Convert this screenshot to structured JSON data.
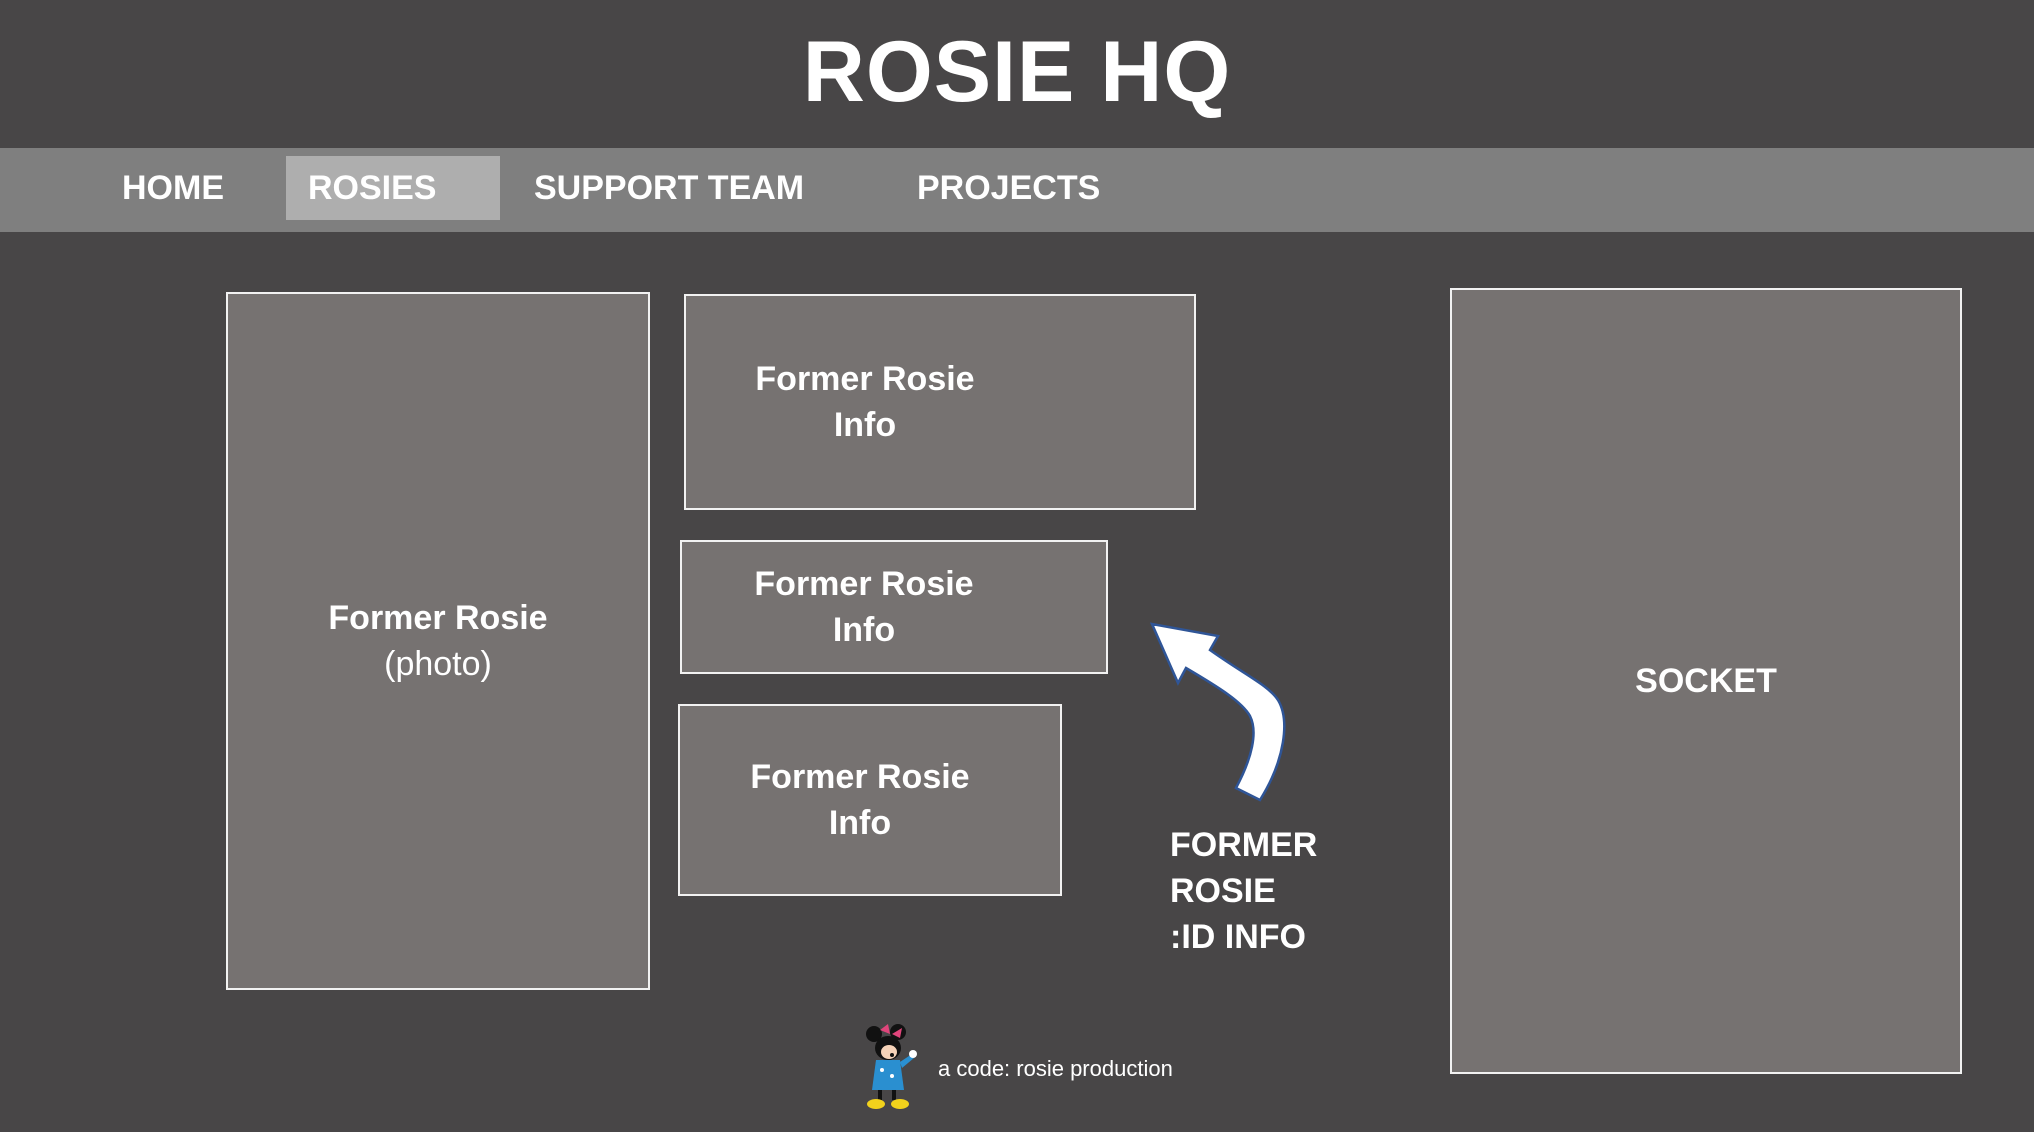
{
  "header": {
    "title": "ROSIE HQ"
  },
  "nav": {
    "items": [
      {
        "label": "HOME"
      },
      {
        "label": "ROSIES",
        "active": true
      },
      {
        "label": "SUPPORT TEAM"
      },
      {
        "label": "PROJECTS"
      }
    ]
  },
  "main": {
    "photo_card": {
      "title": "Former Rosie",
      "subtitle": "(photo)"
    },
    "info_cards": [
      {
        "line1": "Former Rosie",
        "line2": "Info"
      },
      {
        "line1": "Former Rosie",
        "line2": "Info"
      },
      {
        "line1": "Former Rosie",
        "line2": "Info"
      }
    ],
    "annotation": {
      "lines": [
        "FORMER",
        "ROSIE",
        ":ID INFO"
      ],
      "icon": "curved-arrow-icon"
    },
    "socket_panel": {
      "label": "SOCKET"
    }
  },
  "footer": {
    "text": "a code: rosie production",
    "mascot": "minnie-mouse-icon"
  },
  "colors": {
    "background": "#484647",
    "nav_bar": "#7f7f7f",
    "nav_active": "#aeaeae",
    "card": "#767271",
    "card_border": "#f2f2f2",
    "arrow_outline": "#2f5597"
  }
}
